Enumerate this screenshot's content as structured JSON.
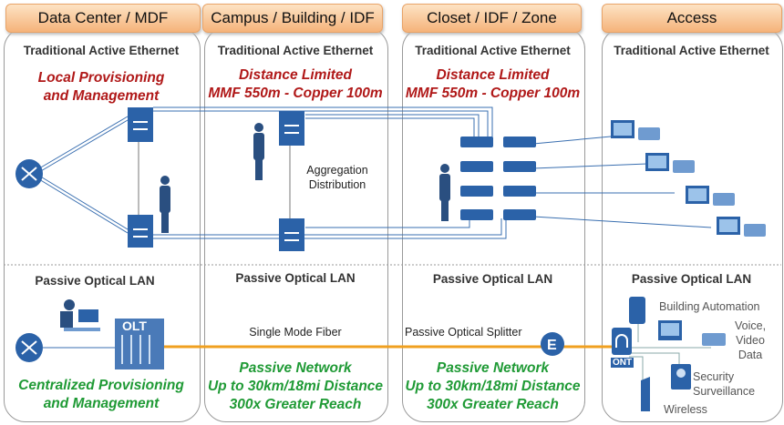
{
  "columns": [
    {
      "header": "Data Center / MDF",
      "active_title": "Traditional Active Ethernet",
      "active_note": [
        "Local Provisioning",
        "and Management"
      ],
      "pol_title": "Passive Optical LAN",
      "pol_note": [
        "Centralized Provisioning",
        "and Management"
      ]
    },
    {
      "header": "Campus / Building / IDF",
      "active_title": "Traditional Active Ethernet",
      "active_note": [
        "Distance Limited",
        "MMF 550m  - Copper 100m"
      ],
      "pol_title": "Passive Optical LAN",
      "pol_note": [
        "Passive Network",
        "Up to 30km/18mi Distance",
        "300x Greater Reach"
      ]
    },
    {
      "header": "Closet / IDF / Zone",
      "active_title": "Traditional Active Ethernet",
      "active_note": [
        "Distance Limited",
        "MMF 550m  - Copper 100m"
      ],
      "pol_title": "Passive Optical LAN",
      "pol_note": [
        "Passive Network",
        "Up to 30km/18mi Distance",
        "300x Greater Reach"
      ]
    },
    {
      "header": "Access",
      "active_title": "Traditional Active Ethernet",
      "pol_title": "Passive Optical LAN"
    }
  ],
  "labels": {
    "aggregation": "Aggregation",
    "distribution": "Distribution",
    "fiber": "Single Mode Fiber",
    "splitter": "Passive Optical Splitter",
    "olt": "OLT",
    "ont": "ONT",
    "building_automation": "Building Automation",
    "voice": "Voice,",
    "video": "Video",
    "data": "Data",
    "security": "Security",
    "surveillance": "Surveillance",
    "wireless": "Wireless"
  },
  "colors": {
    "fiber": "#f0a020",
    "link": "#3a6fb0",
    "device": "#2b62a8",
    "header": "#f5b37a"
  }
}
